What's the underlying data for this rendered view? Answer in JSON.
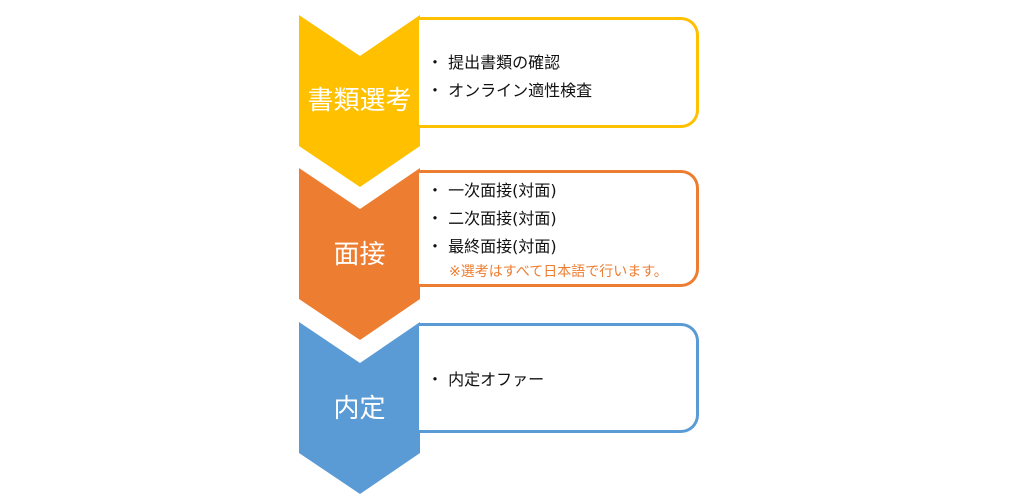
{
  "colors": {
    "stage1": "#FFC000",
    "stage2": "#ED7D31",
    "stage3": "#5B9BD5"
  },
  "stages": [
    {
      "label": "書類選考",
      "items": [
        "・ 提出書類の確認",
        "・ オンライン適性検査"
      ]
    },
    {
      "label": "面接",
      "items": [
        "・ 一次面接(対面)",
        "・ 二次面接(対面)",
        "・ 最終面接(対面)"
      ],
      "note": "※選考はすべて日本語で行います。"
    },
    {
      "label": "内定",
      "items": [
        "・ 内定オファー"
      ]
    }
  ]
}
